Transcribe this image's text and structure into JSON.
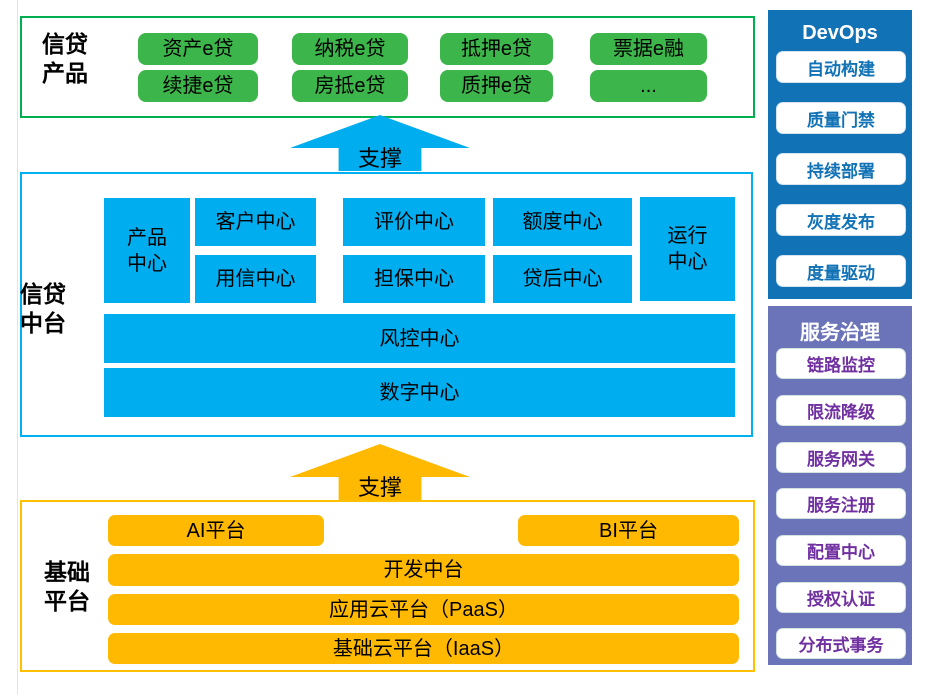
{
  "products": {
    "label": "信贷\n产品",
    "items": [
      "资产e贷",
      "纳税e贷",
      "抵押e贷",
      "票据e融",
      "续捷e贷",
      "房抵e贷",
      "质押e贷",
      "..."
    ]
  },
  "middle": {
    "label": "信贷\n中台",
    "product_center": "产品\n中心",
    "run_center": "运行\n中心",
    "row1": [
      "客户中心",
      "评价中心",
      "额度中心"
    ],
    "row2": [
      "用信中心",
      "担保中心",
      "贷后中心"
    ],
    "risk": "风控中心",
    "digital": "数字中心"
  },
  "base": {
    "label": "基础\n平台",
    "ai": "AI平台",
    "bi": "BI平台",
    "rows": [
      "开发中台",
      "应用云平台（PaaS）",
      "基础云平台（IaaS）"
    ]
  },
  "arrows": {
    "label": "支撑"
  },
  "devops": {
    "title": "DevOps",
    "items": [
      "自动构建",
      "质量门禁",
      "持续部署",
      "灰度发布",
      "度量驱动"
    ]
  },
  "governance": {
    "title": "服务治理",
    "items": [
      "链路监控",
      "限流降级",
      "服务网关",
      "服务注册",
      "配置中心",
      "授权认证",
      "分布式事务"
    ]
  },
  "colors": {
    "green_box": "#3CB54A",
    "green_border": "#00B050",
    "cyan_box": "#00AEEF",
    "cyan_border": "#00B0F0",
    "orange_box": "#FFB900",
    "orange_border": "#FFC000",
    "devops_bg": "#1272B6",
    "devops_text": "#1272B6",
    "governance_bg": "#6B74B8",
    "governance_text": "#7030A0",
    "box_text": "#000000"
  }
}
